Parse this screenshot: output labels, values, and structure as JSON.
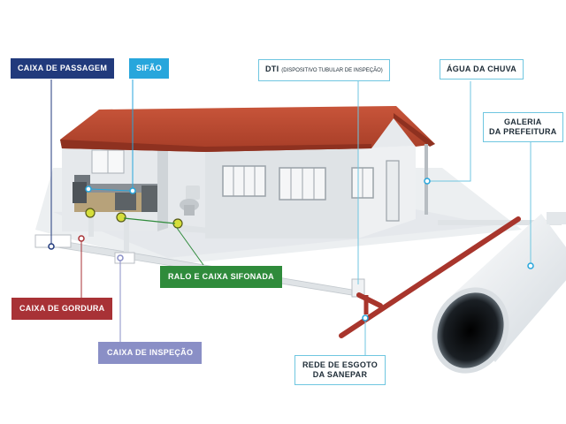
{
  "labels": {
    "caixa_passagem": "CAIXA DE PASSAGEM",
    "sifao": "SIFÃO",
    "dti_main": "DTI",
    "dti_sub": "(DISPOSITIVO TUBULAR DE INSPEÇÃO)",
    "agua_chuva": "ÁGUA DA CHUVA",
    "galeria_line1": "GALERIA",
    "galeria_line2": "DA PREFEITURA",
    "ralo_caixa": "RALO E CAIXA SIFONADA",
    "caixa_gordura": "CAIXA DE GORDURA",
    "caixa_inspecao": "CAIXA DE INSPEÇÃO",
    "rede_line1": "REDE DE ESGOTO",
    "rede_line2": "DA SANEPAR"
  },
  "colors": {
    "navy": "#213a7c",
    "sky": "#27a6dc",
    "green": "#2f8b3b",
    "red": "#a83236",
    "lavender": "#8a8fc6",
    "outline": "#6fc6e0",
    "roof": "#b9472f",
    "sewer_pipe": "#a8352c"
  }
}
